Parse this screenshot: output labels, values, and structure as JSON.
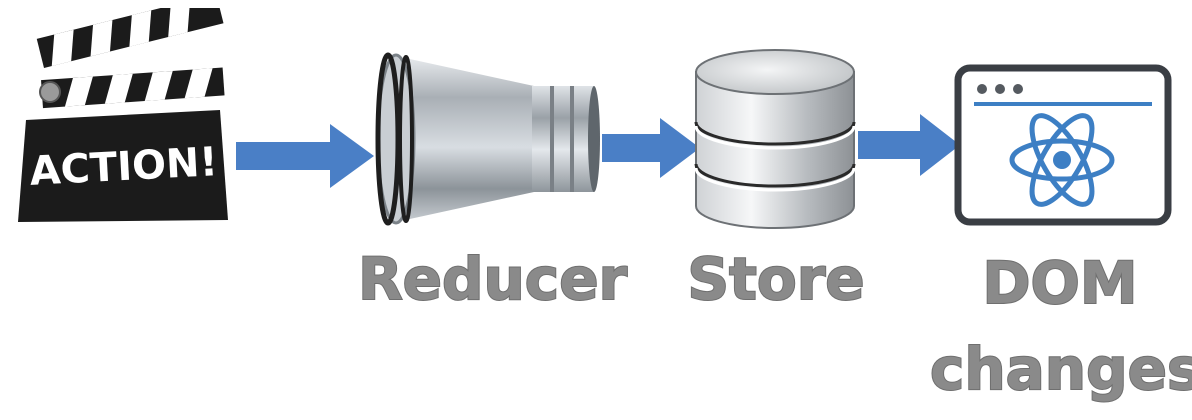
{
  "flow": {
    "action": {
      "text": "ACTION!"
    },
    "reducer": {
      "label": "Reducer"
    },
    "store": {
      "label": "Store"
    },
    "dom": {
      "label_line1": "DOM",
      "label_line2": "changes"
    }
  },
  "colors": {
    "arrow": "#4a7fc6",
    "label": "#8a8a8a",
    "react": "#3d7fc4",
    "clapper": "#1b1b1b"
  },
  "icons": {
    "action": "clapperboard-icon",
    "reducer": "pipe-reducer-icon",
    "store": "database-icon",
    "dom": "browser-window-react-icon"
  }
}
